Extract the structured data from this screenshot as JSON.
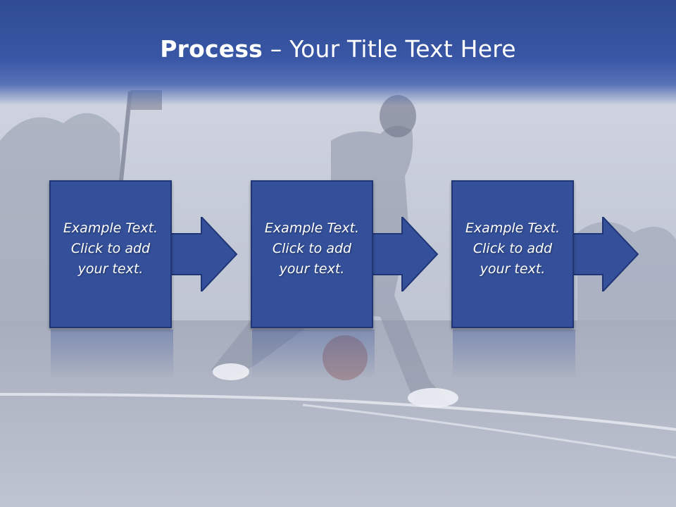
{
  "slide": {
    "title_bold": "Process",
    "title_rest": " – Your Title Text Here",
    "steps": [
      {
        "text": "Example Text.\nClick  to add\nyour text."
      },
      {
        "text": "Example Text.\nClick  to add\nyour text."
      },
      {
        "text": "Example Text.\nClick  to add\nyour text."
      }
    ],
    "colors": {
      "header": "#3856a5",
      "box": "#34509a",
      "box_border": "#1f3575",
      "arrow": "#34509a"
    },
    "background": "basketball-player-dribbling-photo"
  }
}
